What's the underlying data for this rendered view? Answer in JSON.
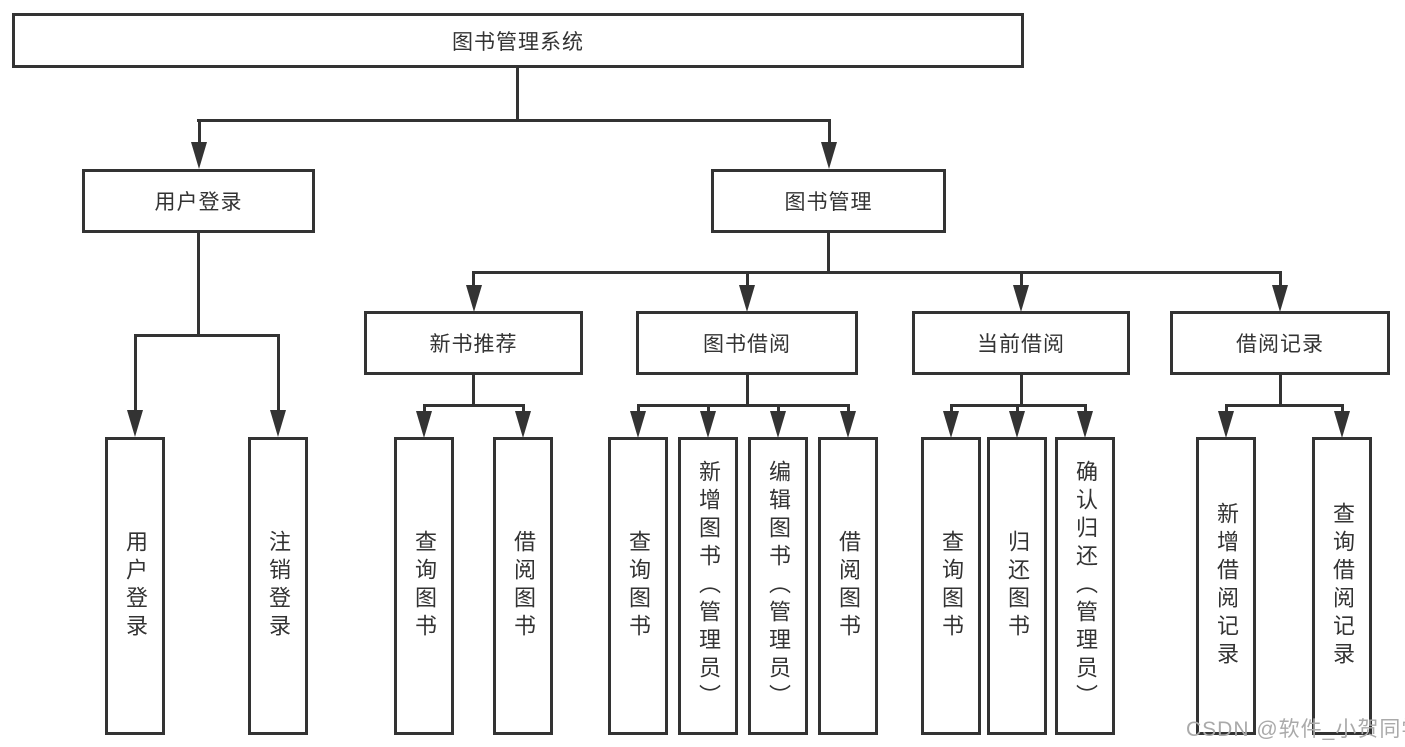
{
  "diagram": {
    "root": {
      "label": "图书管理系统"
    },
    "level2": [
      {
        "label": "用户登录"
      },
      {
        "label": "图书管理"
      }
    ],
    "level3": [
      {
        "label": "新书推荐"
      },
      {
        "label": "图书借阅"
      },
      {
        "label": "当前借阅"
      },
      {
        "label": "借阅记录"
      }
    ],
    "leaves": [
      {
        "label": "用户登录"
      },
      {
        "label": "注销登录"
      },
      {
        "label": "查询图书"
      },
      {
        "label": "借阅图书"
      },
      {
        "label": "查询图书"
      },
      {
        "label": "新增图书（管理员）"
      },
      {
        "label": "编辑图书（管理员）"
      },
      {
        "label": "借阅图书"
      },
      {
        "label": "查询图书"
      },
      {
        "label": "归还图书"
      },
      {
        "label": "确认归还（管理员）"
      },
      {
        "label": "新增借阅记录"
      },
      {
        "label": "查询借阅记录"
      }
    ],
    "colors": {
      "line": "#333333",
      "box_border": "#333333",
      "text": "#333333",
      "background": "#ffffff",
      "watermark": "#aaaaaa"
    }
  },
  "watermark": {
    "text": "CSDN @软件_小贺同学"
  }
}
